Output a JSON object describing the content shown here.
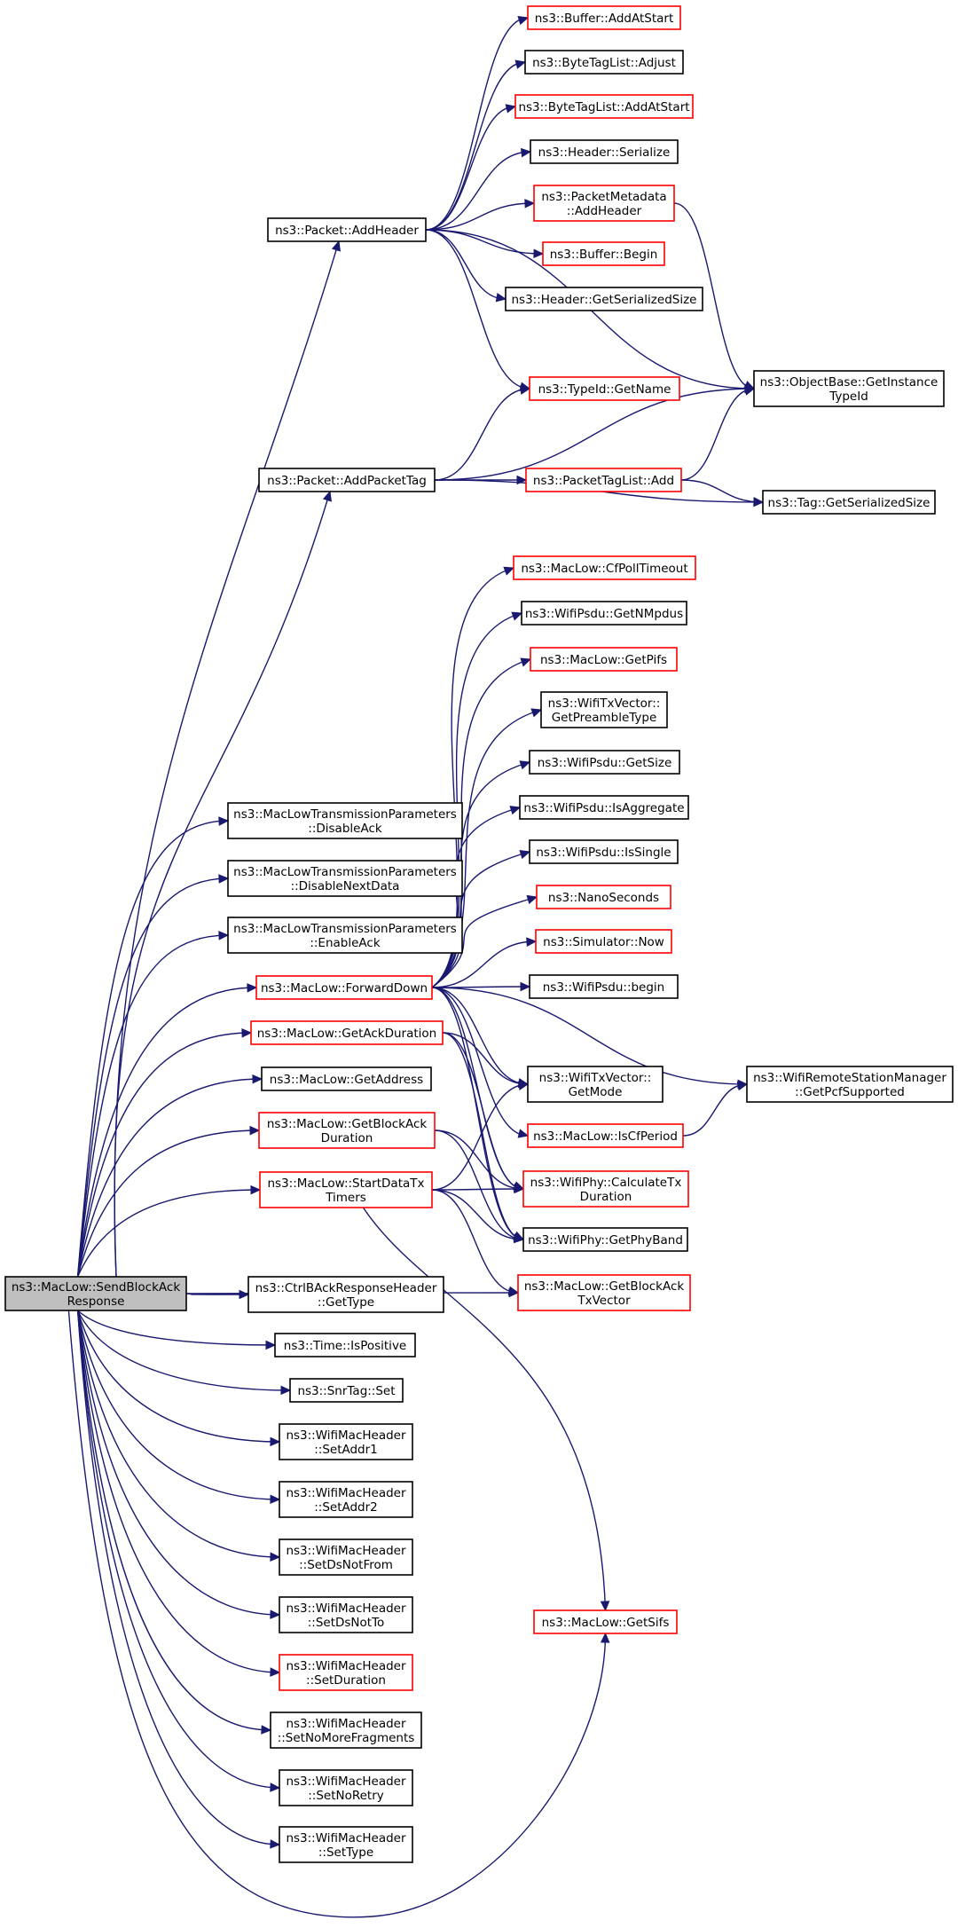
{
  "colors": {
    "edge": "#191970",
    "border_documented": "#000000",
    "border_undocumented": "#ff0000",
    "root_fill": "#bfbfbf",
    "node_fill": "#ffffff"
  },
  "nodes": [
    {
      "id": "root",
      "lines": [
        "ns3::MacLow::SendBlockAck",
        "Response"
      ],
      "border": "black",
      "root": true
    },
    {
      "id": "buffer_addatstart",
      "lines": [
        "ns3::Buffer::AddAtStart"
      ],
      "border": "red"
    },
    {
      "id": "bytetaglist_adjust",
      "lines": [
        "ns3::ByteTagList::Adjust"
      ],
      "border": "black"
    },
    {
      "id": "bytetaglist_addatstart",
      "lines": [
        "ns3::ByteTagList::AddAtStart"
      ],
      "border": "red"
    },
    {
      "id": "header_serialize",
      "lines": [
        "ns3::Header::Serialize"
      ],
      "border": "black"
    },
    {
      "id": "packetmetadata_addheader",
      "lines": [
        "ns3::PacketMetadata",
        "::AddHeader"
      ],
      "border": "red"
    },
    {
      "id": "packet_addheader",
      "lines": [
        "ns3::Packet::AddHeader"
      ],
      "border": "black"
    },
    {
      "id": "buffer_begin",
      "lines": [
        "ns3::Buffer::Begin"
      ],
      "border": "red"
    },
    {
      "id": "header_getserializedsize",
      "lines": [
        "ns3::Header::GetSerializedSize"
      ],
      "border": "black"
    },
    {
      "id": "objectbase_getinstancetypeid",
      "lines": [
        "ns3::ObjectBase::GetInstance",
        "TypeId"
      ],
      "border": "black"
    },
    {
      "id": "typeid_getname",
      "lines": [
        "ns3::TypeId::GetName"
      ],
      "border": "red"
    },
    {
      "id": "packet_addpackettag",
      "lines": [
        "ns3::Packet::AddPacketTag"
      ],
      "border": "black"
    },
    {
      "id": "packettaglist_add",
      "lines": [
        "ns3::PacketTagList::Add"
      ],
      "border": "red"
    },
    {
      "id": "tag_getserializedsize",
      "lines": [
        "ns3::Tag::GetSerializedSize"
      ],
      "border": "black"
    },
    {
      "id": "maclow_cfpolltimeout",
      "lines": [
        "ns3::MacLow::CfPollTimeout"
      ],
      "border": "red"
    },
    {
      "id": "wifipsdu_getnmpdus",
      "lines": [
        "ns3::WifiPsdu::GetNMpdus"
      ],
      "border": "black"
    },
    {
      "id": "maclow_getpifs",
      "lines": [
        "ns3::MacLow::GetPifs"
      ],
      "border": "red"
    },
    {
      "id": "wifitxvector_getpreambletype",
      "lines": [
        "ns3::WifiTxVector::",
        "GetPreambleType"
      ],
      "border": "black"
    },
    {
      "id": "wifipsdu_getsize",
      "lines": [
        "ns3::WifiPsdu::GetSize"
      ],
      "border": "black"
    },
    {
      "id": "wifipsdu_isaggregate",
      "lines": [
        "ns3::WifiPsdu::IsAggregate"
      ],
      "border": "black"
    },
    {
      "id": "wifipsdu_issingle",
      "lines": [
        "ns3::WifiPsdu::IsSingle"
      ],
      "border": "black"
    },
    {
      "id": "nanoseconds",
      "lines": [
        "ns3::NanoSeconds"
      ],
      "border": "red"
    },
    {
      "id": "simulator_now",
      "lines": [
        "ns3::Simulator::Now"
      ],
      "border": "red"
    },
    {
      "id": "wifipsdu_begin",
      "lines": [
        "ns3::WifiPsdu::begin"
      ],
      "border": "black"
    },
    {
      "id": "mltp_disableack",
      "lines": [
        "ns3::MacLowTransmissionParameters",
        "::DisableAck"
      ],
      "border": "black"
    },
    {
      "id": "mltp_disablenextdata",
      "lines": [
        "ns3::MacLowTransmissionParameters",
        "::DisableNextData"
      ],
      "border": "black"
    },
    {
      "id": "mltp_enableack",
      "lines": [
        "ns3::MacLowTransmissionParameters",
        "::EnableAck"
      ],
      "border": "black"
    },
    {
      "id": "maclow_forwarddown",
      "lines": [
        "ns3::MacLow::ForwardDown"
      ],
      "border": "red"
    },
    {
      "id": "maclow_getackduration",
      "lines": [
        "ns3::MacLow::GetAckDuration"
      ],
      "border": "red"
    },
    {
      "id": "maclow_getaddress",
      "lines": [
        "ns3::MacLow::GetAddress"
      ],
      "border": "black"
    },
    {
      "id": "maclow_getblockackduration",
      "lines": [
        "ns3::MacLow::GetBlockAck",
        "Duration"
      ],
      "border": "red"
    },
    {
      "id": "maclow_startdatatxtimers",
      "lines": [
        "ns3::MacLow::StartDataTx",
        "Timers"
      ],
      "border": "red"
    },
    {
      "id": "wifitxvector_getmode",
      "lines": [
        "ns3::WifiTxVector::",
        "GetMode"
      ],
      "border": "black"
    },
    {
      "id": "wrsm_getpcfsupported",
      "lines": [
        "ns3::WifiRemoteStationManager",
        "::GetPcfSupported"
      ],
      "border": "black"
    },
    {
      "id": "maclow_iscfperiod",
      "lines": [
        "ns3::MacLow::IsCfPeriod"
      ],
      "border": "red"
    },
    {
      "id": "wifiphy_calculatetxduration",
      "lines": [
        "ns3::WifiPhy::CalculateTx",
        "Duration"
      ],
      "border": "red"
    },
    {
      "id": "wifiphy_getphyband",
      "lines": [
        "ns3::WifiPhy::GetPhyBand"
      ],
      "border": "black"
    },
    {
      "id": "maclow_getblockacktxvector",
      "lines": [
        "ns3::MacLow::GetBlockAck",
        "TxVector"
      ],
      "border": "red"
    },
    {
      "id": "ctrlbackresponseheader_gettype",
      "lines": [
        "ns3::CtrlBAckResponseHeader",
        "::GetType"
      ],
      "border": "black"
    },
    {
      "id": "time_ispositive",
      "lines": [
        "ns3::Time::IsPositive"
      ],
      "border": "black"
    },
    {
      "id": "snrtag_set",
      "lines": [
        "ns3::SnrTag::Set"
      ],
      "border": "black"
    },
    {
      "id": "wmh_setaddr1",
      "lines": [
        "ns3::WifiMacHeader",
        "::SetAddr1"
      ],
      "border": "black"
    },
    {
      "id": "wmh_setaddr2",
      "lines": [
        "ns3::WifiMacHeader",
        "::SetAddr2"
      ],
      "border": "black"
    },
    {
      "id": "wmh_setdsnotfrom",
      "lines": [
        "ns3::WifiMacHeader",
        "::SetDsNotFrom"
      ],
      "border": "black"
    },
    {
      "id": "wmh_setdsnotto",
      "lines": [
        "ns3::WifiMacHeader",
        "::SetDsNotTo"
      ],
      "border": "black"
    },
    {
      "id": "wmh_setduration",
      "lines": [
        "ns3::WifiMacHeader",
        "::SetDuration"
      ],
      "border": "red"
    },
    {
      "id": "wmh_setnomorefragments",
      "lines": [
        "ns3::WifiMacHeader",
        "::SetNoMoreFragments"
      ],
      "border": "black"
    },
    {
      "id": "wmh_setnoretry",
      "lines": [
        "ns3::WifiMacHeader",
        "::SetNoRetry"
      ],
      "border": "black"
    },
    {
      "id": "wmh_settype",
      "lines": [
        "ns3::WifiMacHeader",
        "::SetType"
      ],
      "border": "black"
    },
    {
      "id": "maclow_getsifs",
      "lines": [
        "ns3::MacLow::GetSifs"
      ],
      "border": "red"
    }
  ],
  "edges": [
    [
      "root",
      "packet_addheader"
    ],
    [
      "root",
      "packet_addpackettag"
    ],
    [
      "root",
      "mltp_disableack"
    ],
    [
      "root",
      "mltp_disablenextdata"
    ],
    [
      "root",
      "mltp_enableack"
    ],
    [
      "root",
      "maclow_forwarddown"
    ],
    [
      "root",
      "maclow_getackduration"
    ],
    [
      "root",
      "maclow_getaddress"
    ],
    [
      "root",
      "maclow_getblockackduration"
    ],
    [
      "root",
      "maclow_startdatatxtimers"
    ],
    [
      "root",
      "maclow_getblockacktxvector"
    ],
    [
      "root",
      "ctrlbackresponseheader_gettype"
    ],
    [
      "root",
      "time_ispositive"
    ],
    [
      "root",
      "snrtag_set"
    ],
    [
      "root",
      "wmh_setaddr1"
    ],
    [
      "root",
      "wmh_setaddr2"
    ],
    [
      "root",
      "wmh_setdsnotfrom"
    ],
    [
      "root",
      "wmh_setdsnotto"
    ],
    [
      "root",
      "wmh_setduration"
    ],
    [
      "root",
      "wmh_setnomorefragments"
    ],
    [
      "root",
      "wmh_setnoretry"
    ],
    [
      "root",
      "wmh_settype"
    ],
    [
      "root",
      "maclow_getsifs"
    ],
    [
      "packet_addheader",
      "buffer_addatstart"
    ],
    [
      "packet_addheader",
      "bytetaglist_adjust"
    ],
    [
      "packet_addheader",
      "bytetaglist_addatstart"
    ],
    [
      "packet_addheader",
      "header_serialize"
    ],
    [
      "packet_addheader",
      "packetmetadata_addheader"
    ],
    [
      "packet_addheader",
      "buffer_begin"
    ],
    [
      "packet_addheader",
      "header_getserializedsize"
    ],
    [
      "packet_addheader",
      "objectbase_getinstancetypeid"
    ],
    [
      "packet_addheader",
      "typeid_getname"
    ],
    [
      "packetmetadata_addheader",
      "objectbase_getinstancetypeid"
    ],
    [
      "packet_addpackettag",
      "typeid_getname"
    ],
    [
      "packet_addpackettag",
      "objectbase_getinstancetypeid"
    ],
    [
      "packet_addpackettag",
      "packettaglist_add"
    ],
    [
      "packet_addpackettag",
      "tag_getserializedsize"
    ],
    [
      "packettaglist_add",
      "objectbase_getinstancetypeid"
    ],
    [
      "packettaglist_add",
      "tag_getserializedsize"
    ],
    [
      "maclow_forwarddown",
      "maclow_cfpolltimeout"
    ],
    [
      "maclow_forwarddown",
      "wifipsdu_getnmpdus"
    ],
    [
      "maclow_forwarddown",
      "maclow_getpifs"
    ],
    [
      "maclow_forwarddown",
      "wifitxvector_getpreambletype"
    ],
    [
      "maclow_forwarddown",
      "wifipsdu_getsize"
    ],
    [
      "maclow_forwarddown",
      "wifipsdu_isaggregate"
    ],
    [
      "maclow_forwarddown",
      "wifipsdu_issingle"
    ],
    [
      "maclow_forwarddown",
      "nanoseconds"
    ],
    [
      "maclow_forwarddown",
      "simulator_now"
    ],
    [
      "maclow_forwarddown",
      "wifipsdu_begin"
    ],
    [
      "maclow_forwarddown",
      "wrsm_getpcfsupported"
    ],
    [
      "maclow_forwarddown",
      "wifitxvector_getmode"
    ],
    [
      "maclow_forwarddown",
      "maclow_iscfperiod"
    ],
    [
      "maclow_forwarddown",
      "wifiphy_calculatetxduration"
    ],
    [
      "maclow_forwarddown",
      "wifiphy_getphyband"
    ],
    [
      "maclow_getackduration",
      "wifitxvector_getmode"
    ],
    [
      "maclow_getackduration",
      "wifiphy_calculatetxduration"
    ],
    [
      "maclow_getackduration",
      "wifiphy_getphyband"
    ],
    [
      "maclow_getblockackduration",
      "wifiphy_calculatetxduration"
    ],
    [
      "maclow_getblockackduration",
      "wifiphy_getphyband"
    ],
    [
      "maclow_startdatatxtimers",
      "wifitxvector_getmode"
    ],
    [
      "maclow_startdatatxtimers",
      "wifiphy_calculatetxduration"
    ],
    [
      "maclow_startdatatxtimers",
      "wifiphy_getphyband"
    ],
    [
      "maclow_startdatatxtimers",
      "maclow_getblockacktxvector"
    ],
    [
      "maclow_startdatatxtimers",
      "maclow_getsifs"
    ],
    [
      "maclow_iscfperiod",
      "wrsm_getpcfsupported"
    ]
  ]
}
